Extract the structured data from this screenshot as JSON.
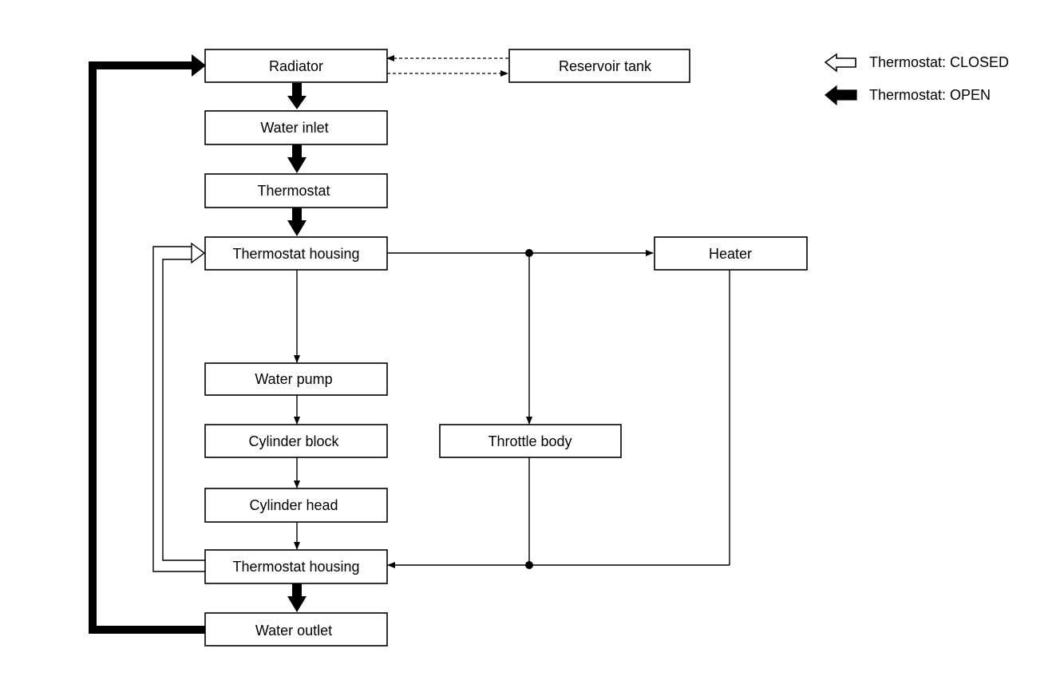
{
  "boxes": {
    "radiator": "Radiator",
    "reservoir_tank": "Reservoir tank",
    "water_inlet": "Water inlet",
    "thermostat": "Thermostat",
    "thermostat_housing_upper": "Thermostat housing",
    "heater": "Heater",
    "water_pump": "Water pump",
    "cylinder_block": "Cylinder block",
    "throttle_body": "Throttle body",
    "cylinder_head": "Cylinder head",
    "thermostat_housing_lower": "Thermostat housing",
    "water_outlet": "Water outlet"
  },
  "legend": {
    "closed_label": "Thermostat: CLOSED",
    "open_label": "Thermostat: OPEN"
  },
  "colors": {
    "line": "#000000",
    "background": "#ffffff"
  }
}
